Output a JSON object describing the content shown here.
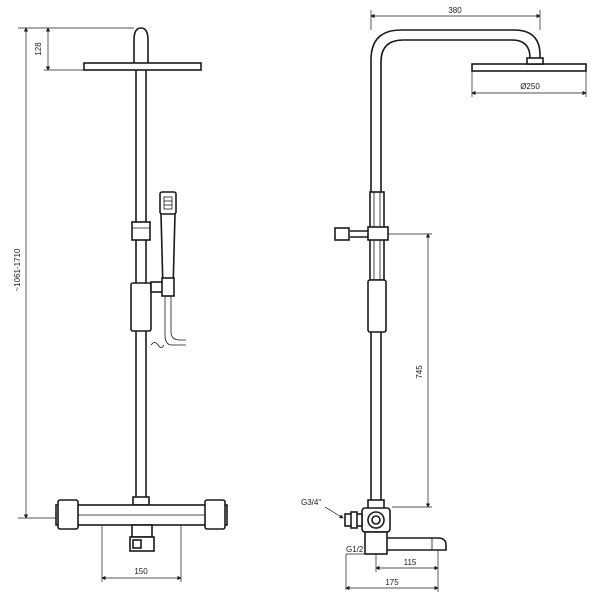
{
  "drawing": {
    "front_view": {
      "dim_head_height": "128",
      "dim_total_height": "~1061-1710",
      "dim_base_width": "150"
    },
    "side_view": {
      "dim_arm_length": "380",
      "dim_head_diameter": "Ø250",
      "dim_slide_range": "745",
      "label_inlet_thread": "G3/4\"",
      "label_outlet_thread": "G1/2",
      "dim_spout_length": "115",
      "dim_mixer_depth": "175"
    }
  }
}
